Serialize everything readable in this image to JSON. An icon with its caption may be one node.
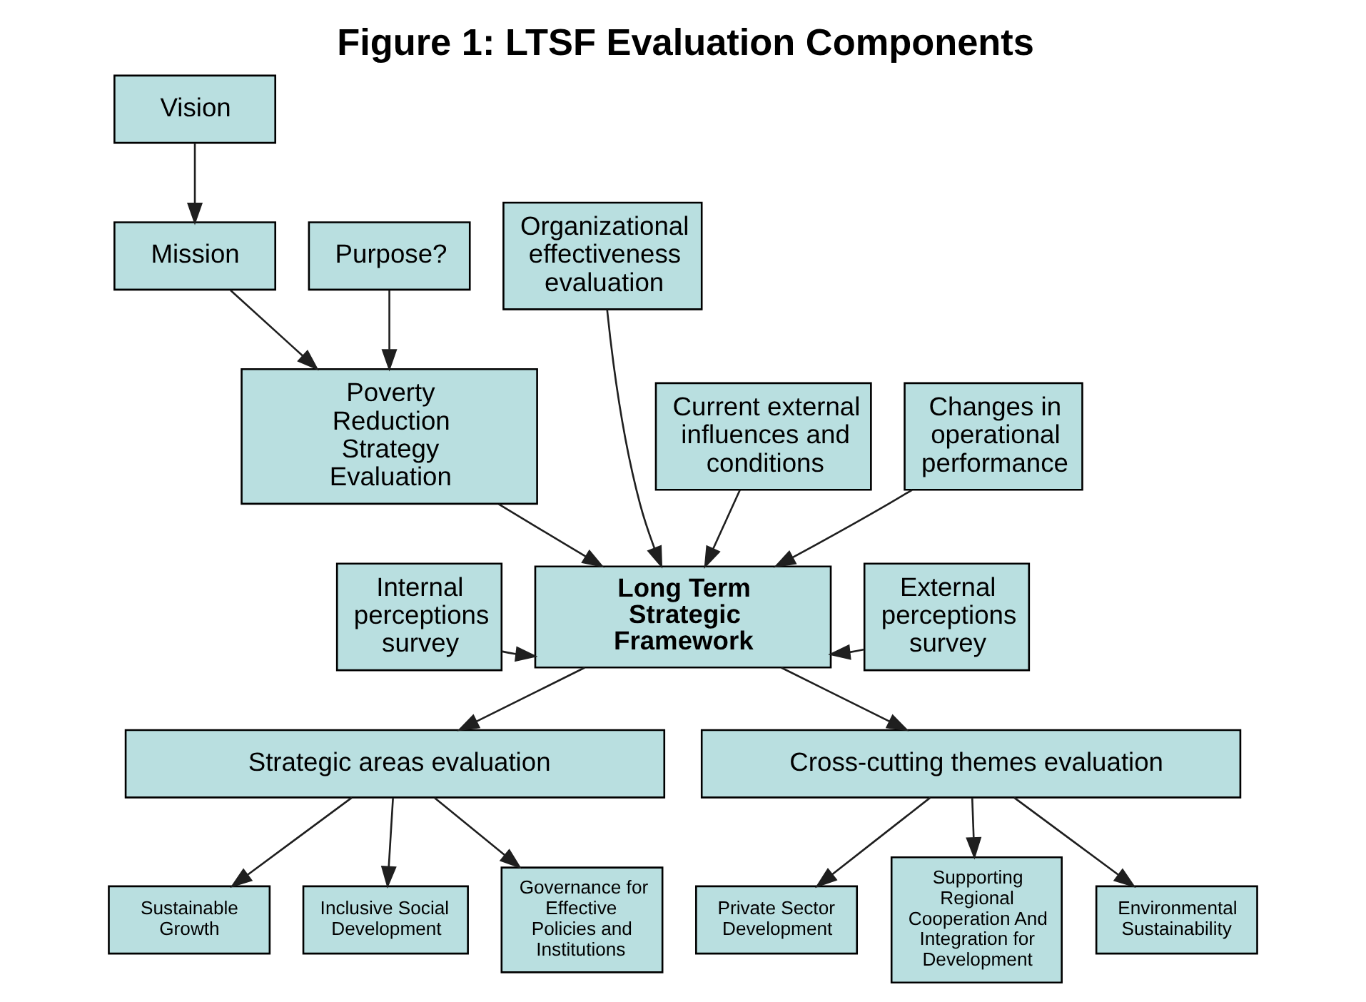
{
  "diagram": {
    "title": "Figure 1: LTSF Evaluation Components",
    "nodes": [
      {
        "text": [
          "Vision"
        ]
      },
      {
        "text": [
          "Mission"
        ]
      },
      {
        "text": [
          "Purpose?"
        ]
      },
      {
        "text": [
          "Organizational effectiveness evaluation"
        ]
      },
      {
        "text": [
          "Current external influences and conditions"
        ]
      },
      {
        "text": [
          "Poverty Reduction Strategy Evaluation"
        ]
      },
      {
        "text": [
          "Changes in operational performance"
        ]
      },
      {
        "text": [
          "Internal perceptions survey"
        ]
      },
      {
        "text": [
          "Long Term Strategic Framework"
        ]
      },
      {
        "text": [
          "External perceptions survey"
        ]
      },
      {
        "text": [
          "Strategic areas evaluation"
        ]
      },
      {
        "text": [
          "Cross-cutting themes evaluation"
        ]
      },
      {
        "text": [
          "Sustainable Growth"
        ]
      },
      {
        "text": [
          "Inclusive Social Development"
        ]
      },
      {
        "text": [
          "Governance for Effective Policies and Institutions"
        ]
      },
      {
        "text": [
          "Private Sector Development"
        ]
      },
      {
        "text": [
          "Supporting Regional Cooperation And Integration for Development"
        ]
      },
      {
        "text": [
          "Environmental Sustainability"
        ]
      }
    ],
    "edges": [
      {
        "from": 0,
        "to": 1,
        "arrow": "to"
      },
      {
        "from": 1,
        "to": 5,
        "arrow": "to"
      },
      {
        "from": 2,
        "to": 5,
        "arrow": "to"
      },
      {
        "from": 3,
        "to": 8,
        "arrow": "to"
      },
      {
        "from": 4,
        "to": 8,
        "arrow": "to"
      },
      {
        "from": 5,
        "to": 8,
        "arrow": "to"
      },
      {
        "from": 6,
        "to": 8,
        "arrow": "to"
      },
      {
        "from": 7,
        "to": 8,
        "arrow": "to"
      },
      {
        "from": 9,
        "to": 8,
        "arrow": "to"
      },
      {
        "from": 8,
        "to": 10,
        "arrow": "to"
      },
      {
        "from": 8,
        "to": 11,
        "arrow": "to"
      },
      {
        "from": 10,
        "to": 12,
        "arrow": "to"
      },
      {
        "from": 10,
        "to": 13,
        "arrow": "to"
      },
      {
        "from": 10,
        "to": 14,
        "arrow": "to"
      },
      {
        "from": 11,
        "to": 15,
        "arrow": "to"
      },
      {
        "from": 11,
        "to": 16,
        "arrow": "to"
      },
      {
        "from": 11,
        "to": 17,
        "arrow": "to"
      }
    ]
  }
}
